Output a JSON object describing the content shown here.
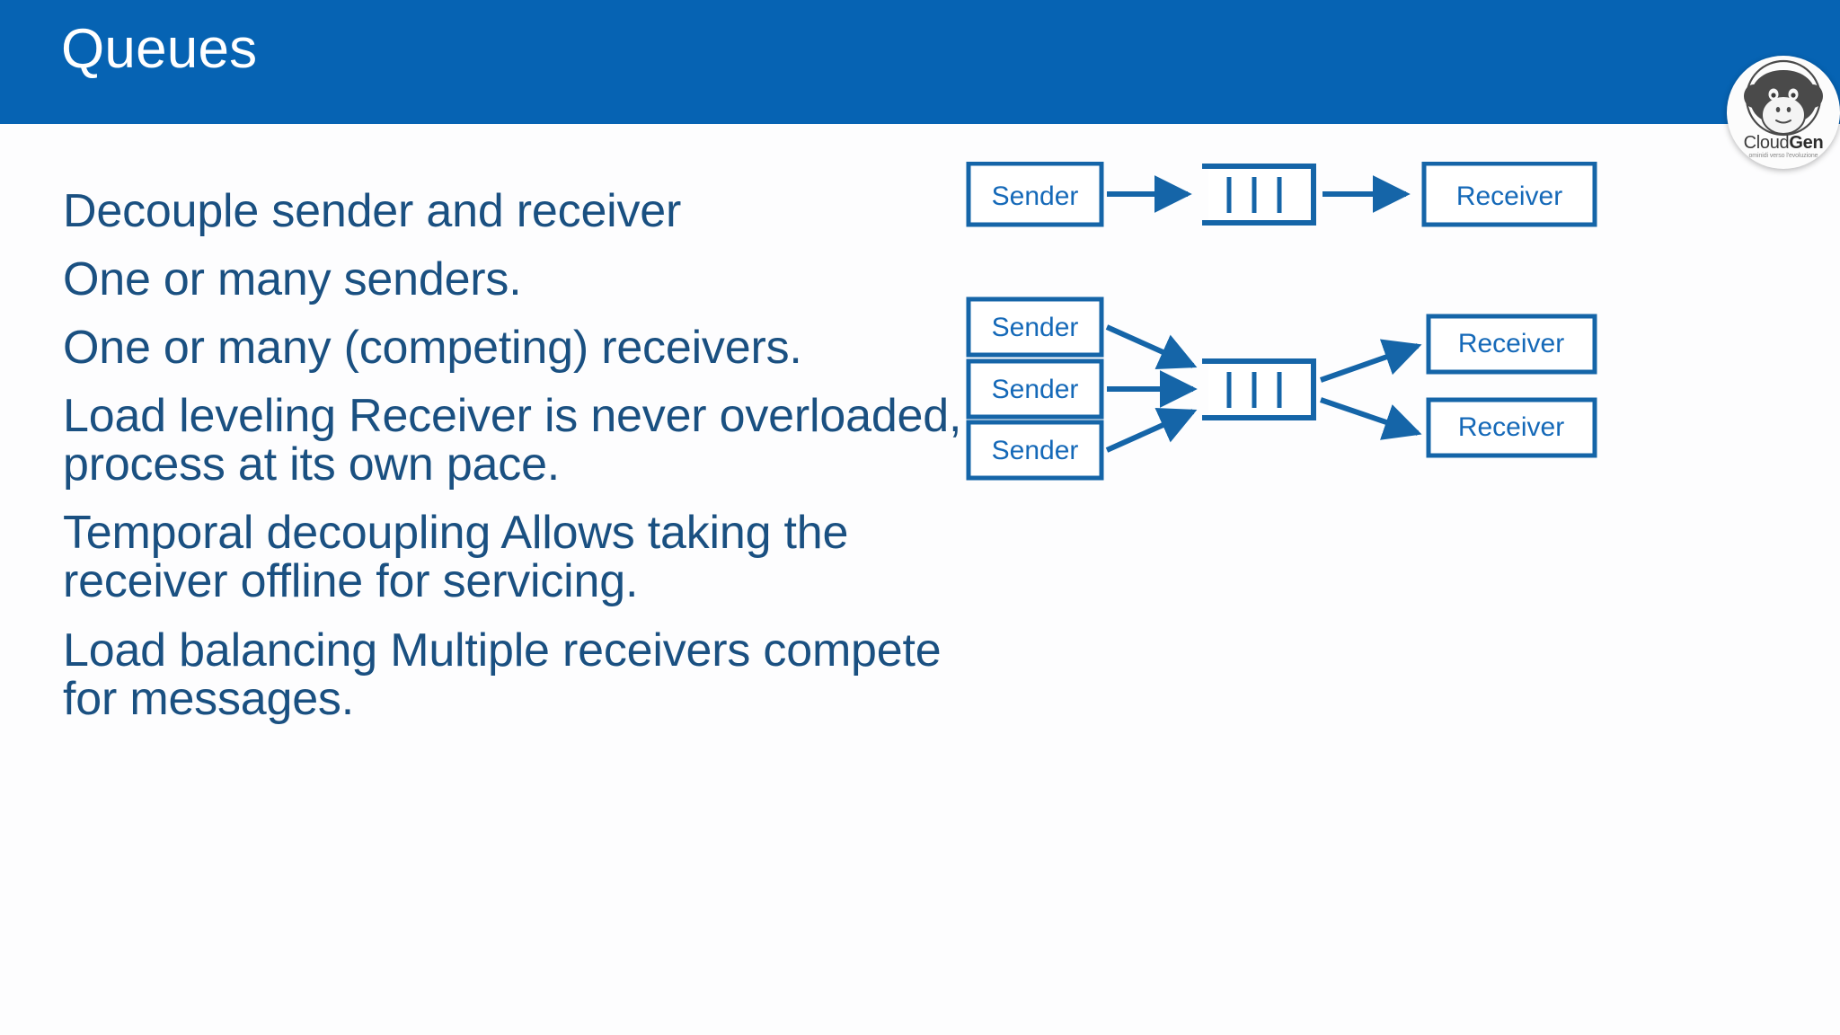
{
  "slide": {
    "title": "Queues",
    "header_color": "#0663B3",
    "body_text_color": "#1A5081",
    "diagram_color": "#1565A8",
    "background_color": "#FDFDFE"
  },
  "brand": {
    "name_light": "Cloud",
    "name_bold": "Gen",
    "tagline": "ominidi verso l'evoluzione",
    "logo_icon": "monkey-face-icon"
  },
  "bullets": [
    "Decouple sender and receiver",
    "One or many senders.",
    "One or many (competing) receivers.",
    "Load leveling Receiver is never overloaded, process at its own pace.",
    "Temporal decoupling Allows taking the receiver offline for servicing.",
    "Load balancing Multiple receivers compete for messages."
  ],
  "diagrams": [
    {
      "name": "single-sender-single-receiver",
      "senders": [
        "Sender"
      ],
      "queue": {
        "label": "",
        "message_ticks": 3
      },
      "receivers": [
        "Receiver"
      ]
    },
    {
      "name": "multi-sender-multi-receiver",
      "senders": [
        "Sender",
        "Sender",
        "Sender"
      ],
      "queue": {
        "label": "",
        "message_ticks": 3
      },
      "receivers": [
        "Receiver",
        "Receiver"
      ]
    }
  ]
}
